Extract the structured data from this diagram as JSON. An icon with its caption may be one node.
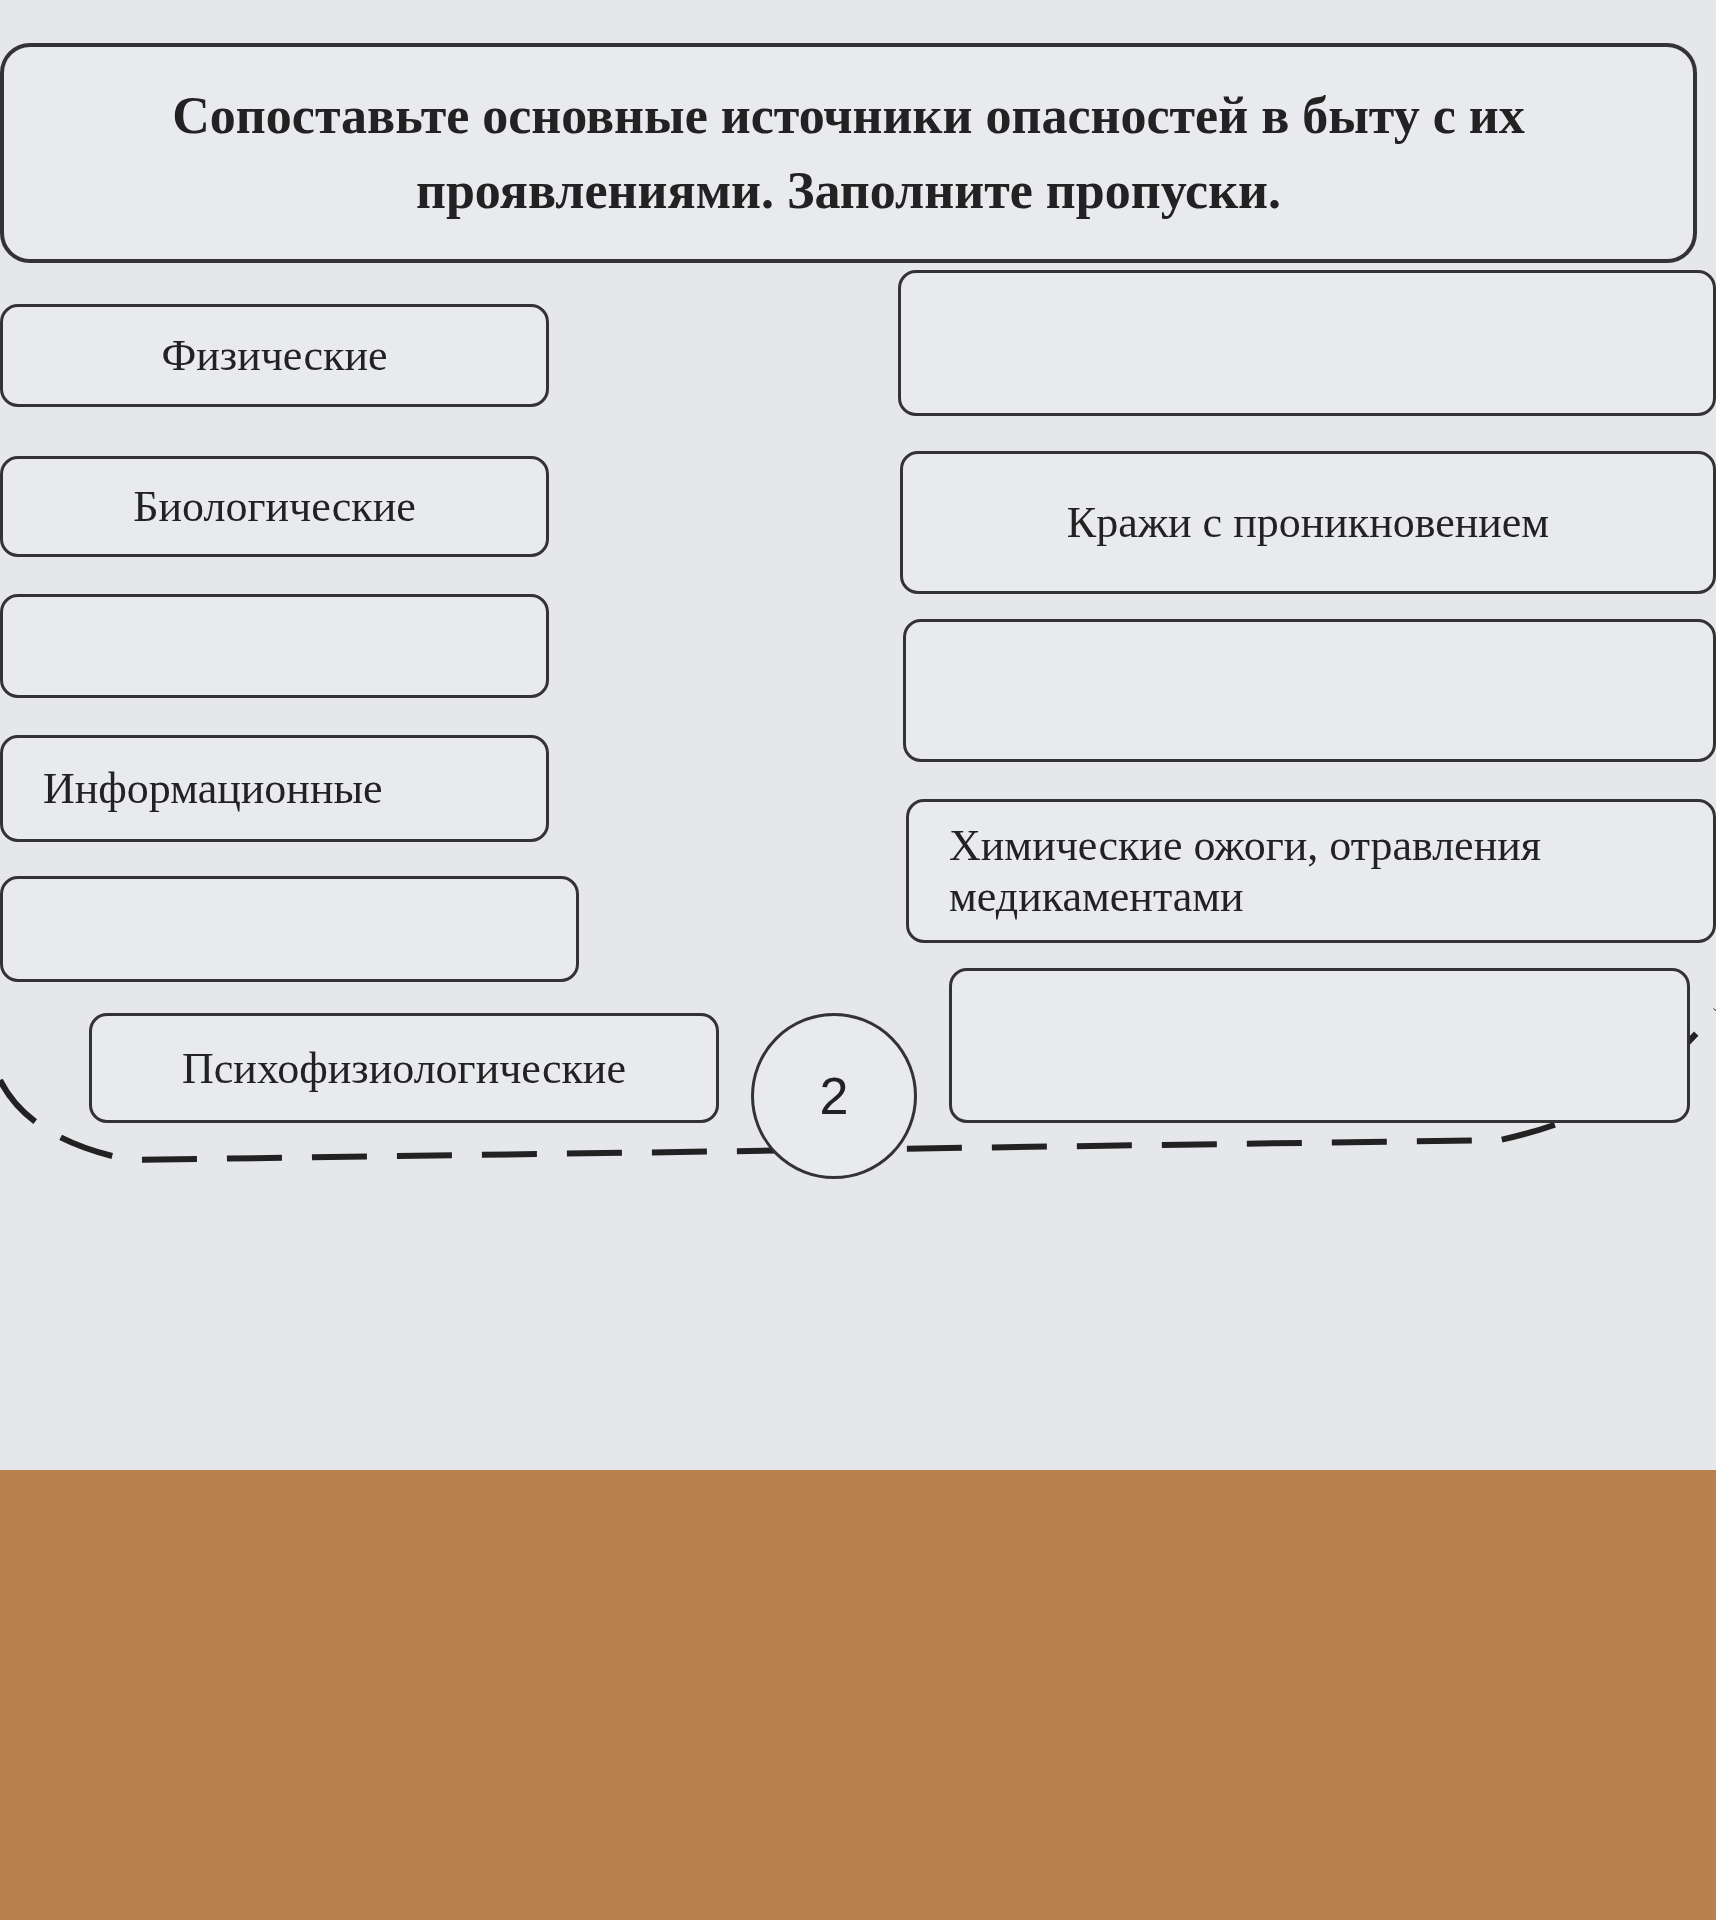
{
  "diagram": {
    "nodes": [
      {
        "text": [
          "Сопоставьте основные источники опасностей в быту с их проявлениями. Заполните пропуски."
        ]
      },
      {
        "text": [
          "Физические"
        ]
      },
      {
        "text": [],
        "shape": "box"
      },
      {
        "text": [
          "Биологические"
        ]
      },
      {
        "text": [
          "Кражи с проникновением"
        ]
      },
      {
        "text": [],
        "shape": "box"
      },
      {
        "text": [],
        "shape": "box"
      },
      {
        "text": [
          "Информационные"
        ]
      },
      {
        "text": [
          "Химические ожоги, отравления медикаментами"
        ]
      },
      {
        "text": [],
        "shape": "box"
      },
      {
        "text": [
          "Психофизиологические"
        ]
      },
      {
        "text": [
          "2"
        ]
      },
      {
        "text": [],
        "shape": "box"
      }
    ],
    "edges": []
  }
}
